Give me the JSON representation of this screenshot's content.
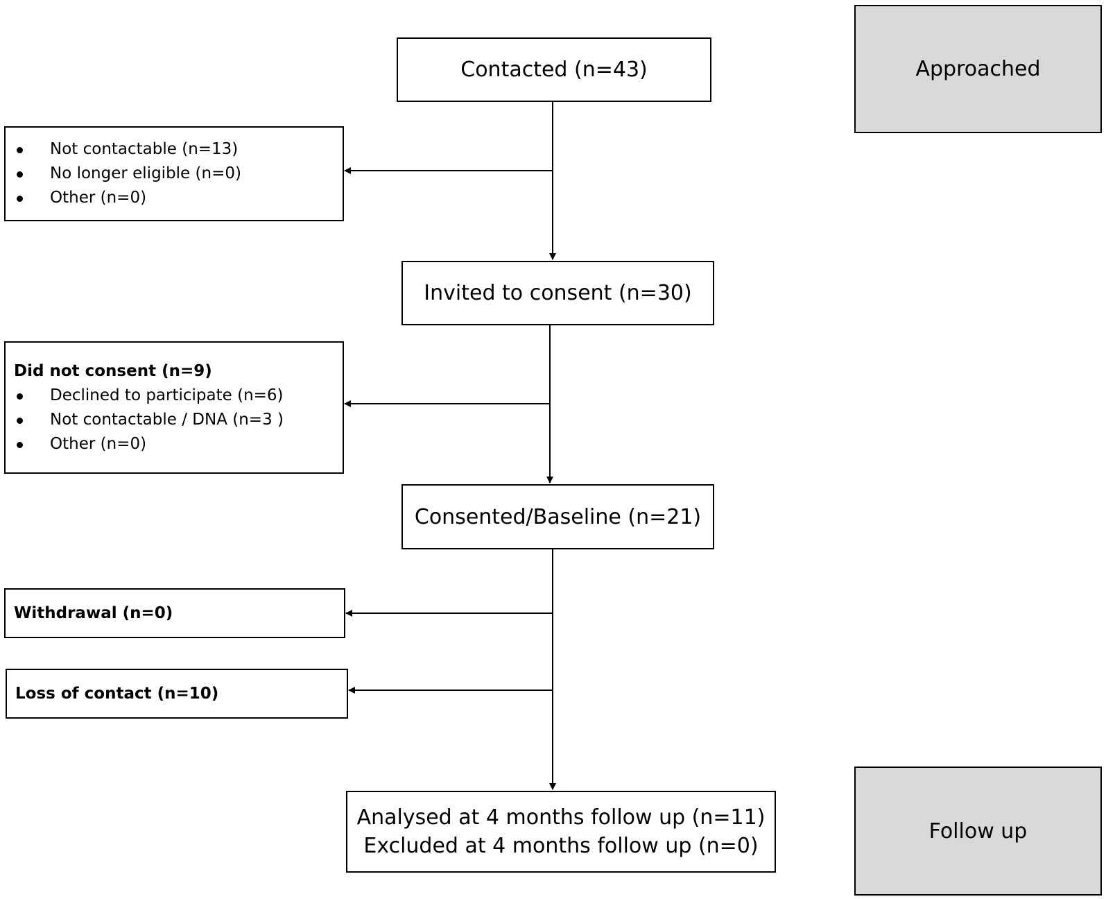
{
  "colors": {
    "stage_fill": "#d9d9d9",
    "line": "#000000",
    "box_fill": "#ffffff"
  },
  "stages": {
    "approached": "Approached",
    "follow_up": "Follow up"
  },
  "flow": {
    "contacted": "Contacted (n=43)",
    "invited": "Invited to consent (n=30)",
    "consented": "Consented/Baseline (n=21)",
    "analysed": "Analysed at 4 months follow up (n=11)",
    "excluded": "Excluded at 4 months follow up (n=0)"
  },
  "exclusions": {
    "not_contacted": {
      "items": [
        "Not contactable  (n=13)",
        "No longer eligible (n=0)",
        "Other (n=0)"
      ]
    },
    "did_not_consent": {
      "heading": "Did not consent (n=9)",
      "items": [
        "Declined to participate (n=6)",
        "Not contactable / DNA (n=3 )",
        "Other (n=0)"
      ]
    },
    "withdrawal": "Withdrawal (n=0)",
    "loss_of_contact": "Loss of contact (n=10)"
  }
}
